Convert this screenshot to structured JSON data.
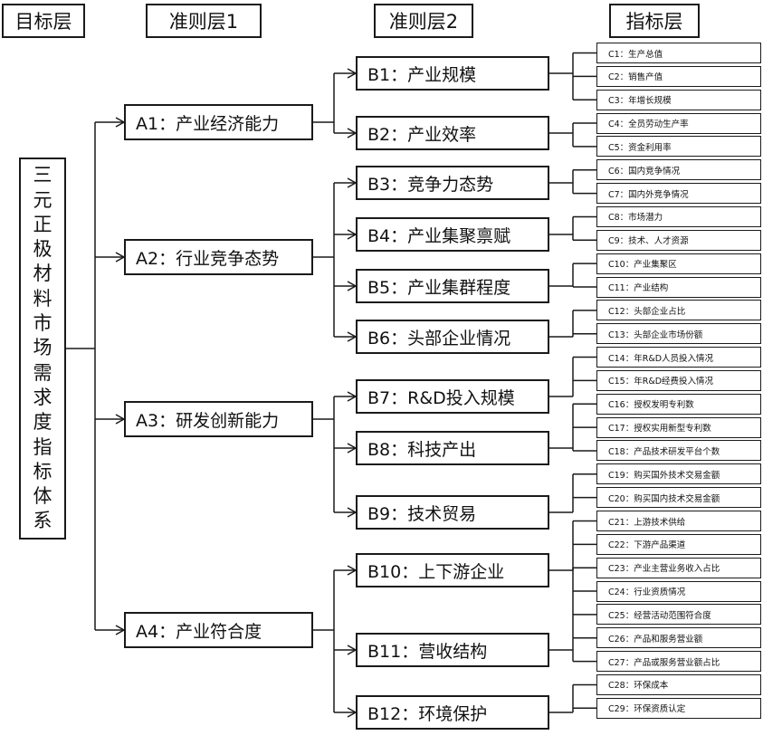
{
  "headers": [
    "目标层",
    "准则层1",
    "准则层2",
    "指标层"
  ],
  "goal": "三元正极材料市场需求度指标体系",
  "a_items": [
    "A1：产业经济能力",
    "A2：行业竞争态势",
    "A3：研发创新能力",
    "A4：产业符合度"
  ],
  "b_items": [
    {
      "label": "B1：产业规模",
      "parent": 0
    },
    {
      "label": "B2：产业效率",
      "parent": 0
    },
    {
      "label": "B3：竞争力态势",
      "parent": 1
    },
    {
      "label": "B4：产业集聚禀赋",
      "parent": 1
    },
    {
      "label": "B5：产业集群程度",
      "parent": 1
    },
    {
      "label": "B6：头部企业情况",
      "parent": 1
    },
    {
      "label": "B7：R&D投入规模",
      "parent": 2
    },
    {
      "label": "B8：科技产出",
      "parent": 2
    },
    {
      "label": "B9：技术贸易",
      "parent": 2
    },
    {
      "label": "B10：上下游企业",
      "parent": 3
    },
    {
      "label": "B11：营收结构",
      "parent": 3
    },
    {
      "label": "B12：环境保护",
      "parent": 3
    }
  ],
  "c_items": [
    {
      "label": "C1：生产总值",
      "parent": 0
    },
    {
      "label": "C2：销售产值",
      "parent": 0
    },
    {
      "label": "C3：年增长规模",
      "parent": 0
    },
    {
      "label": "C4：全员劳动生产率",
      "parent": 1
    },
    {
      "label": "C5：资金利用率",
      "parent": 1
    },
    {
      "label": "C6：国内竞争情况",
      "parent": 2
    },
    {
      "label": "C7：国内外竞争情况",
      "parent": 2
    },
    {
      "label": "C8：市场潜力",
      "parent": 3
    },
    {
      "label": "C9：技术、人才资源",
      "parent": 3
    },
    {
      "label": "C10：产业集聚区",
      "parent": 4
    },
    {
      "label": "C11：产业结构",
      "parent": 4
    },
    {
      "label": "C12：头部企业占比",
      "parent": 5
    },
    {
      "label": "C13：头部企业市场份额",
      "parent": 5
    },
    {
      "label": "C14：年R&D人员投入情况",
      "parent": 6
    },
    {
      "label": "C15：年R&D经费投入情况",
      "parent": 6
    },
    {
      "label": "C16：授权发明专利数",
      "parent": 7
    },
    {
      "label": "C17：授权实用新型专利数",
      "parent": 7
    },
    {
      "label": "C18：产品技术研发平台个数",
      "parent": 7
    },
    {
      "label": "C19：购买国外技术交易金额",
      "parent": 8
    },
    {
      "label": "C20：购买国内技术交易金额",
      "parent": 8
    },
    {
      "label": "C21：上游技术供给",
      "parent": 9
    },
    {
      "label": "C22：下游产品渠道",
      "parent": 9
    },
    {
      "label": "C23：产业主营业务收入占比",
      "parent": 10
    },
    {
      "label": "C24：行业资质情况",
      "parent": 10
    },
    {
      "label": "C25：经营活动范围符合度",
      "parent": 10
    },
    {
      "label": "C26：产品和服务营业额",
      "parent": 10
    },
    {
      "label": "C27：产品或服务营业额占比",
      "parent": 10
    },
    {
      "label": "C28：环保成本",
      "parent": 11
    },
    {
      "label": "C29：环保资质认定",
      "parent": 11
    }
  ]
}
